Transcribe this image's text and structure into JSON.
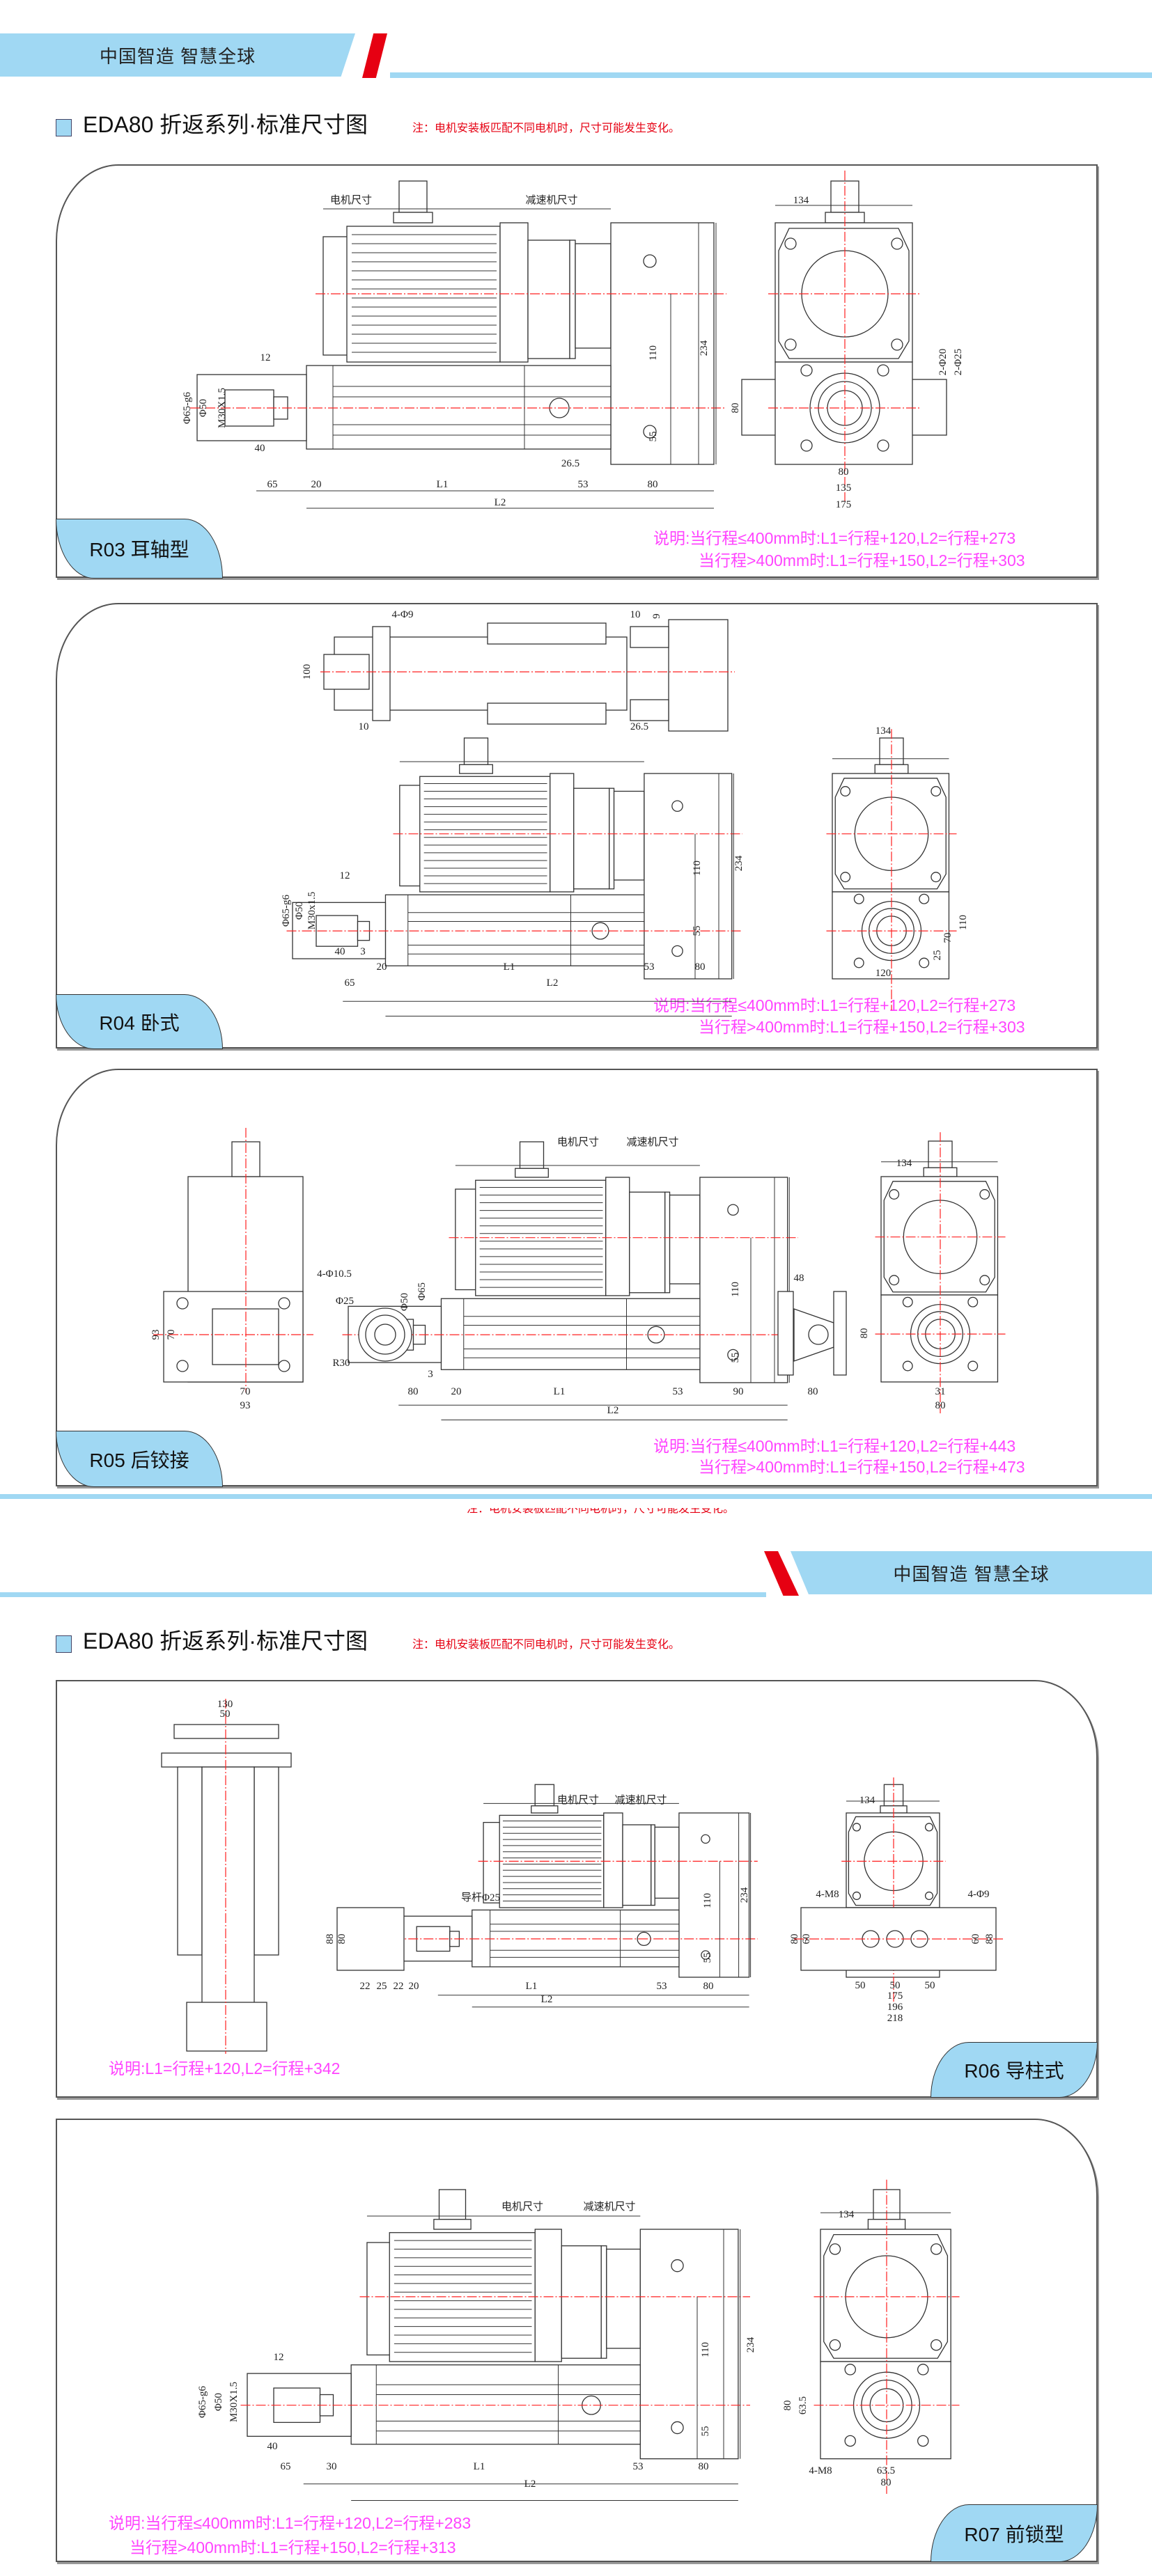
{
  "slogan": "中国智造 智慧全球",
  "section_title": "EDA80 折返系列·标准尺寸图",
  "section_note": "注：电机安装板匹配不同电机时，尺寸可能发生变化。",
  "colors": {
    "accent_blue": "#a0d8f3",
    "brand_red": "#e60012",
    "note_pink": "#ff44ff",
    "centerline": "#ff2020"
  },
  "panels": [
    {
      "id": "R03",
      "label": "R03  耳轴型",
      "notes": [
        "说明:当行程≤400mm时:L1=行程+120,L2=行程+273",
        "当行程>400mm时:L1=行程+150,L2=行程+303"
      ],
      "dims": [
        "电机尺寸",
        "减速机尺寸",
        "110",
        "55",
        "234",
        "65",
        "20",
        "L1",
        "53",
        "80",
        "L2",
        "12",
        "40",
        "Φ65-g6",
        "Φ50",
        "M30X1.5",
        "26.5",
        "134",
        "80",
        "135",
        "175",
        "80",
        "2-Φ20",
        "2-Φ25"
      ]
    },
    {
      "id": "R04",
      "label": "R04 卧式",
      "notes": [
        "说明:当行程≤400mm时:L1=行程+120,L2=行程+273",
        "当行程>400mm时:L1=行程+150,L2=行程+303"
      ],
      "dims": [
        "4-Φ9",
        "100",
        "10",
        "10",
        "9",
        "26.5",
        "12",
        "40",
        "3",
        "20",
        "L1",
        "53",
        "80",
        "65",
        "L2",
        "110",
        "55",
        "234",
        "Φ65-g6",
        "Φ50",
        "M30x1.5",
        "134",
        "120",
        "110",
        "70",
        "25"
      ]
    },
    {
      "id": "R05",
      "label": "R05 后铰接",
      "notes": [
        "说明:当行程≤400mm时:L1=行程+120,L2=行程+443",
        "当行程>400mm时:L1=行程+150,L2=行程+473"
      ],
      "dims": [
        "电机尺寸",
        "减速机尺寸",
        "Φ50",
        "Φ65",
        "Φ25",
        "R30",
        "3",
        "110",
        "55",
        "48",
        "80",
        "20",
        "L1",
        "53",
        "90",
        "80",
        "L2",
        "4-Φ10.5",
        "93",
        "70",
        "70",
        "93",
        "134",
        "31",
        "80",
        "80"
      ]
    },
    {
      "id": "R06",
      "label": "R06 导柱式",
      "notes": [
        "说明:L1=行程+120,L2=行程+342"
      ],
      "dims": [
        "130",
        "50",
        "电机尺寸",
        "减速机尺寸",
        "导杆Φ25",
        "88",
        "80",
        "22",
        "25",
        "22",
        "20",
        "L1",
        "53",
        "80",
        "L2",
        "110",
        "55",
        "234",
        "134",
        "4-M8",
        "4-Φ9",
        "80",
        "60",
        "60",
        "88",
        "50",
        "50",
        "50",
        "175",
        "196",
        "218"
      ]
    },
    {
      "id": "R07",
      "label": "R07  前锁型",
      "notes": [
        "说明:当行程≤400mm时:L1=行程+120,L2=行程+283",
        "当行程>400mm时:L1=行程+150,L2=行程+313"
      ],
      "dims": [
        "电机尺寸",
        "减速机尺寸",
        "12",
        "Φ65-g6",
        "Φ50",
        "M30X1.5",
        "40",
        "65",
        "30",
        "L1",
        "53",
        "80",
        "L2",
        "110",
        "55",
        "234",
        "134",
        "80",
        "63.5",
        "4-M8",
        "63.5",
        "80"
      ]
    }
  ]
}
